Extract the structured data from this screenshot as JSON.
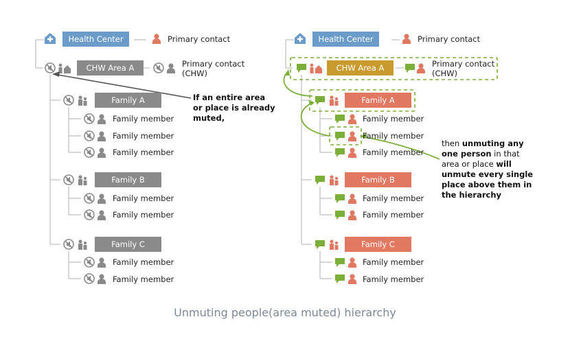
{
  "colors": {
    "health_center_blue": "#6b9bc8",
    "muted_grey": "#8a8a8a",
    "person_orange": "#e07862",
    "area_gold": "#c99a2e",
    "family_salmon": "#e07862",
    "unmuted_green": "#7cae3a",
    "dashed_green": "#7cae3a",
    "line_grey": "#bdbdbd"
  },
  "left": {
    "health_center": "Health Center",
    "primary_contact": "Primary contact",
    "chw_area": "CHW Area A",
    "chw_contact_line1": "Primary contact",
    "chw_contact_line2": "(CHW)",
    "family_a": "Family A",
    "family_b": "Family B",
    "family_c": "Family C",
    "member": "Family member",
    "note_line1": "If an entire area",
    "note_line2": "or place is already",
    "note_line3": "muted,"
  },
  "right": {
    "health_center": "Health Center",
    "primary_contact": "Primary contact",
    "chw_area": "CHW Area A",
    "chw_contact_line1": "Primary contact",
    "chw_contact_line2": "(CHW)",
    "family_a": "Family A",
    "family_b": "Family B",
    "family_c": "Family C",
    "member": "Family member",
    "note_l1": "then ",
    "note_l1b": "unmuting any",
    "note_l2b": "one person",
    "note_l2": " in that",
    "note_l3": "area or place ",
    "note_l3b": "will",
    "note_l4b": "unmute every single",
    "note_l5b": "place above them in",
    "note_l6b": "the hierarchy"
  },
  "caption": "Unmuting people(area muted) hierarchy"
}
